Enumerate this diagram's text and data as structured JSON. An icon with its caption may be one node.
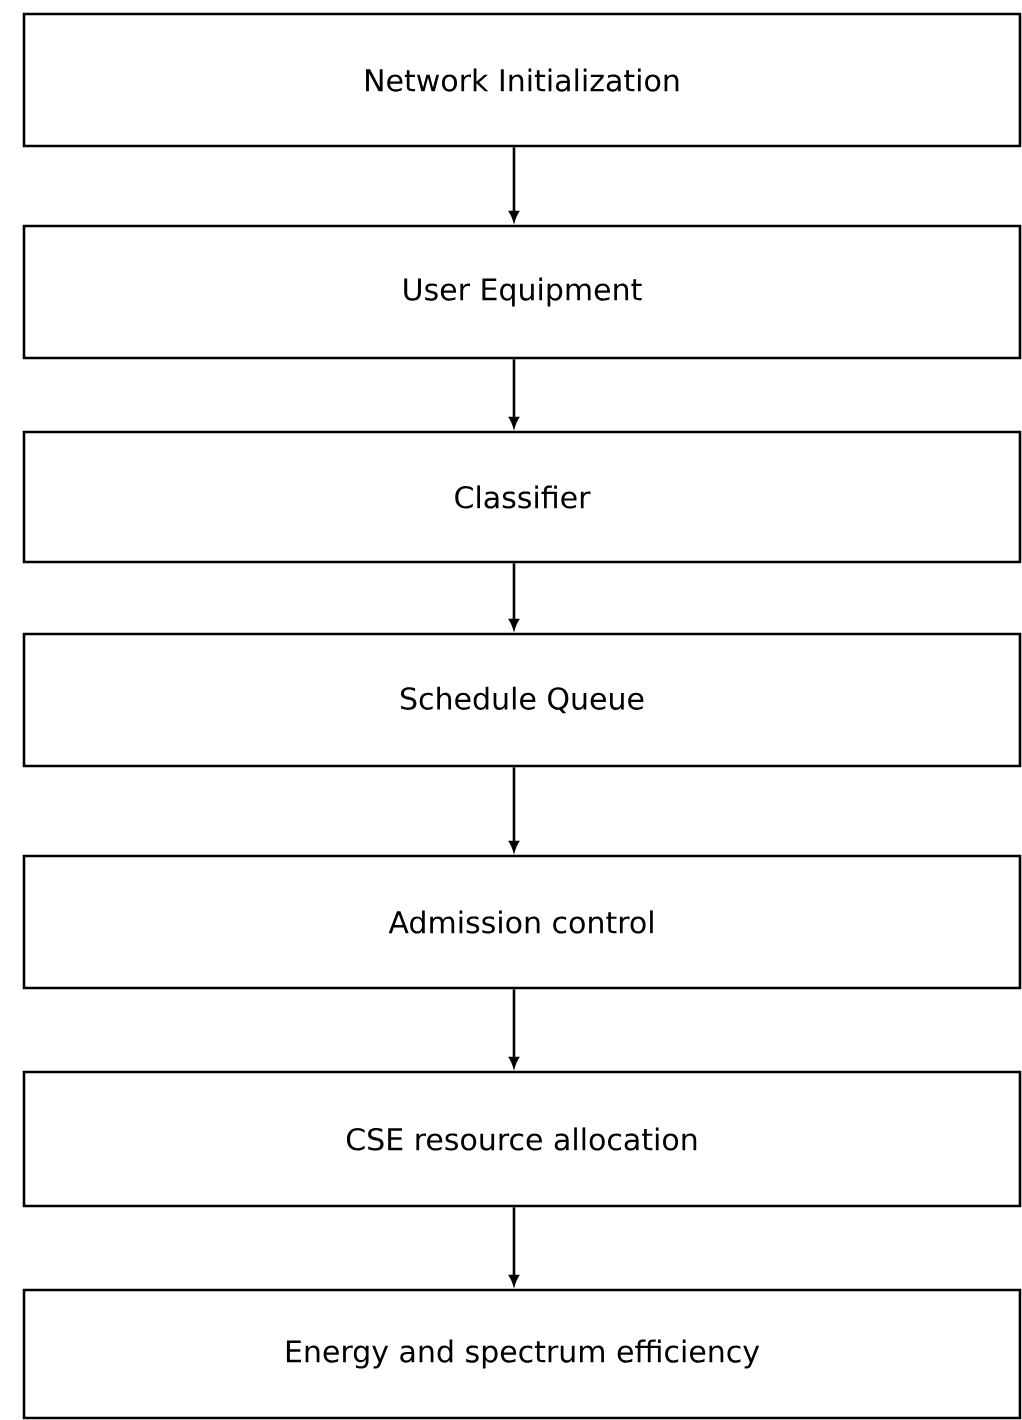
{
  "diagram": {
    "nodes": [
      {
        "text": [
          "Network Initialization"
        ]
      },
      {
        "text": [
          "User Equipment"
        ]
      },
      {
        "text": [
          "Classifier"
        ]
      },
      {
        "text": [
          "Schedule Queue"
        ]
      },
      {
        "text": [
          "Admission control"
        ]
      },
      {
        "text": [
          "CSE resource allocation"
        ]
      },
      {
        "text": [
          "Energy and spectrum efficiency"
        ]
      }
    ],
    "edges": [
      {
        "from": 0,
        "to": 1,
        "arrow": "to"
      },
      {
        "from": 1,
        "to": 2,
        "arrow": "to"
      },
      {
        "from": 2,
        "to": 3,
        "arrow": "to"
      },
      {
        "from": 3,
        "to": 4,
        "arrow": "to"
      },
      {
        "from": 4,
        "to": 5,
        "arrow": "to"
      },
      {
        "from": 5,
        "to": 6,
        "arrow": "to"
      }
    ]
  }
}
